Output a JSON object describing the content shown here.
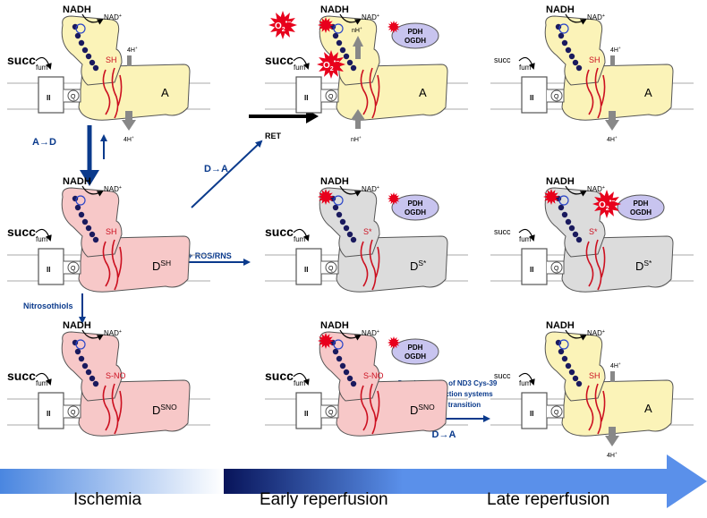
{
  "labels": {
    "nadh": "NADH",
    "nad": "NAD",
    "nad_sup": "+",
    "succ": "succ",
    "fum": "fum",
    "complex2": "II",
    "q": "Q",
    "sh": "SH",
    "sno": "S-NO",
    "sstar": "S*",
    "fourh": "4H",
    "h_sup": "+",
    "nh": "nH",
    "state_a": "A",
    "state_d": "D",
    "sup_sh": "SH",
    "sup_sstar": "S*",
    "sup_sno": "SNO",
    "pdh": "PDH",
    "ogdh": "OGDH",
    "o2": "O",
    "o2_sub": "2",
    "o2_sup": "•−",
    "ret": "RET"
  },
  "arrows": {
    "a_to_d": "A→D",
    "d_to_a": "D→A",
    "ros": "+ ROS/RNS",
    "nitrosothiols": "Nitrosothiols",
    "denitro_line1": "De-nitrosation of ND3 Cys-39",
    "denitro_line2": "by thiol reduction systems",
    "denitro_line3": "and D→A transition",
    "d_to_a_bottom": "D→A"
  },
  "timeline": {
    "ischemia": "Ischemia",
    "early": "Early reperfusion",
    "late": "Late reperfusion"
  },
  "colors": {
    "active_fill": "#fbf3b8",
    "deactive_fill": "#f7c8c8",
    "oxidized_fill": "#dcdcdc",
    "pdh_fill": "#c8c4ef",
    "arrow_blue": "#0a3a8c",
    "ros_red": "#e8001c",
    "membrane": "#aaaaaa"
  }
}
